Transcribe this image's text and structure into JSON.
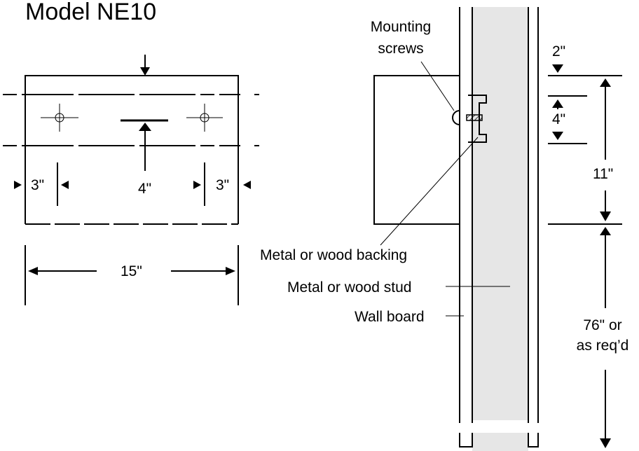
{
  "title": "Model NE10",
  "front_view": {
    "dim_side_left": "3\"",
    "dim_center": "4\"",
    "dim_side_right": "3\"",
    "dim_width": "15\""
  },
  "side_view": {
    "label_mounting_screws_1": "Mounting",
    "label_mounting_screws_2": "screws",
    "label_backing": "Metal or wood backing",
    "label_stud": "Metal or wood stud",
    "label_wall_board": "Wall board",
    "dim_top": "2\"",
    "dim_bracket": "4\"",
    "dim_height": "11\"",
    "dim_floor_1": "76\" or",
    "dim_floor_2": "as req’d"
  },
  "colors": {
    "stud_fill": "#e6e6e6",
    "line": "#000000"
  }
}
